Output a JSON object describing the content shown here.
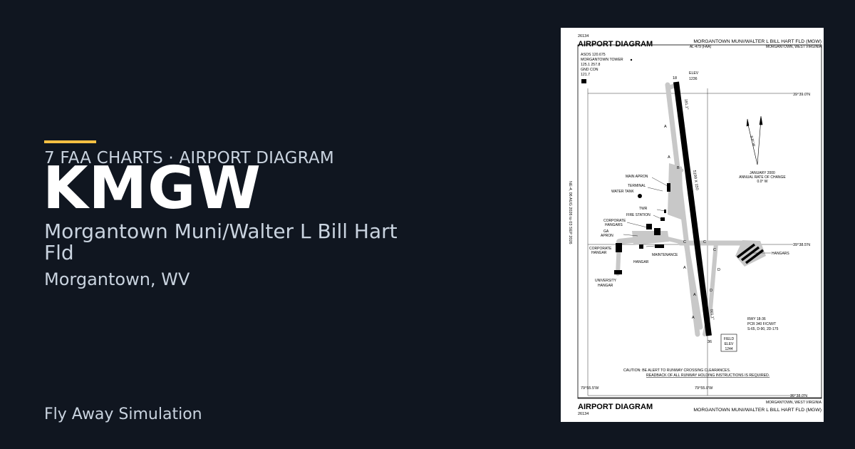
{
  "header": {
    "eyebrow": "7 FAA CHARTS · AIRPORT DIAGRAM",
    "accent_color": "#f5c043"
  },
  "airport": {
    "code": "KMGW",
    "name": "Morgantown Muni/Walter L Bill Hart Fld",
    "location": "Morgantown, WV"
  },
  "footer": {
    "brand": "Fly Away Simulation"
  },
  "diagram": {
    "doc_number": "26134",
    "title": "AIRPORT DIAGRAM",
    "airport_full": "MORGANTOWN MUNI/WALTER L BILL HART FLD (MGW)",
    "al_number": "AL-479 (FAA)",
    "city_state": "MORGANTOWN, WEST VIRGINIA",
    "freqs": [
      "ASOS 120.675",
      "MORGANTOWN TOWER",
      "125.1  257.8",
      "GND CON",
      "121.7"
    ],
    "cycle": "NE-4,  06 AUG 2026  to  03 SEP 2026",
    "lat_top": "39°39.0'N",
    "lat_mid": "39°38.5'N",
    "lat_bottom": "39°38.0'N",
    "lon_left": "79°55.5'W",
    "lon_right": "79°55.0'W",
    "rwy_north": "18",
    "rwy_south": "36",
    "elev_north_label": "ELEV",
    "elev_north_value": "1236",
    "field_elev": [
      "FIELD",
      "ELEV",
      "1244"
    ],
    "rwy_dims": "5199 X 150",
    "hdg_north": "181.1°",
    "hdg_south": "001.1°",
    "variation": "8.8° W",
    "annual_change": [
      "JANUARY 2000",
      "ANNUAL RATE OF CHANGE",
      "0.0° W"
    ],
    "rwy_info": [
      "RWY 18-36",
      "PCR 340 F/C/W/T",
      "S-65, D-90, 2D-175"
    ],
    "caution": [
      "CAUTION: BE ALERT TO RUNWAY CROSSING CLEARANCES.",
      "READBACK OF ALL RUNWAY HOLDING INSTRUCTIONS IS REQUIRED."
    ],
    "labels": {
      "main_apron": "MAIN APRON",
      "terminal": "TERMINAL",
      "water_tank": "WATER TANK",
      "twr": "TWR",
      "fire_station": "FIRE STATION",
      "corp_hangars": [
        "CORPORATE",
        "HANGARS"
      ],
      "ga_apron": [
        "GA",
        "APRON"
      ],
      "corp_hangar": [
        "CORPORATE",
        "HANGAR"
      ],
      "maintenance": "MAINTENANCE",
      "hangar": "HANGAR",
      "univ_hangar": [
        "UNIVERSITY",
        "HANGAR"
      ],
      "hangars_east": "HANGARS"
    },
    "taxiways": [
      "A",
      "A",
      "A",
      "A",
      "A",
      "A",
      "B",
      "C",
      "C",
      "C",
      "D",
      "D"
    ]
  }
}
